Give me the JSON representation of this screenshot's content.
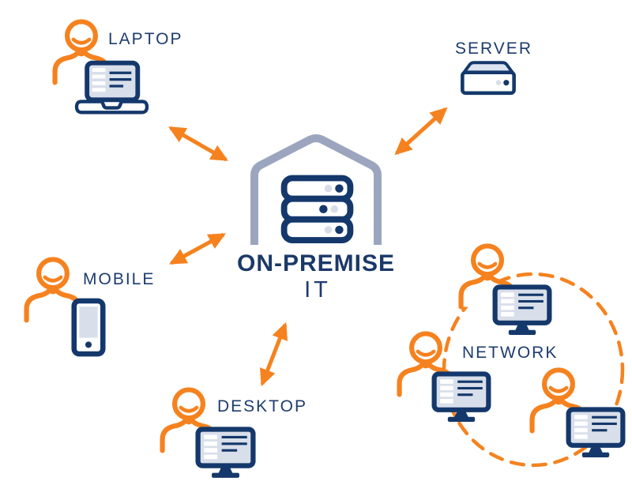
{
  "diagram": {
    "title": "ON-PREMISE",
    "subtitle": "IT",
    "nodes": [
      {
        "id": "laptop",
        "label": "LAPTOP"
      },
      {
        "id": "server",
        "label": "SERVER"
      },
      {
        "id": "mobile",
        "label": "MOBILE"
      },
      {
        "id": "desktop",
        "label": "DESKTOP"
      },
      {
        "id": "network",
        "label": "NETWORK",
        "member_count": 3
      }
    ],
    "connections": [
      {
        "from": "laptop",
        "to": "on-premise-it",
        "bidirectional": true
      },
      {
        "from": "server",
        "to": "on-premise-it",
        "bidirectional": true
      },
      {
        "from": "mobile",
        "to": "on-premise-it",
        "bidirectional": true
      },
      {
        "from": "desktop",
        "to": "on-premise-it",
        "bidirectional": true
      }
    ],
    "colors": {
      "orange": "#F5821F",
      "navy": "#14386B",
      "label_navy": "#1D3C6E",
      "screen_fill": "#D9DFEA",
      "house_gray": "#9BA6BE",
      "light_dot": "#D9DDE8",
      "server_top_fill": "#DCE3F0",
      "background": "#FFFFFF"
    }
  }
}
